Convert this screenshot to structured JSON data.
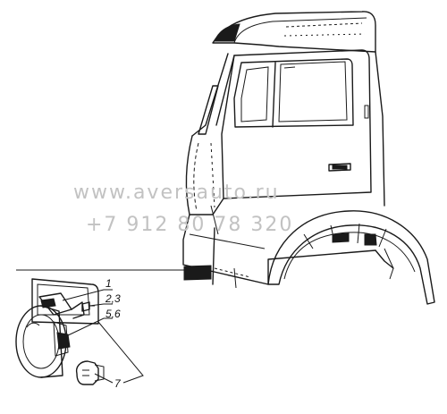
{
  "callouts": {
    "c1": "1",
    "c2": "2,3",
    "c3": "5,6",
    "c4": "7"
  },
  "watermark": {
    "site": "www.aversauto.ru",
    "phone": "+7 912 80 78 320"
  }
}
